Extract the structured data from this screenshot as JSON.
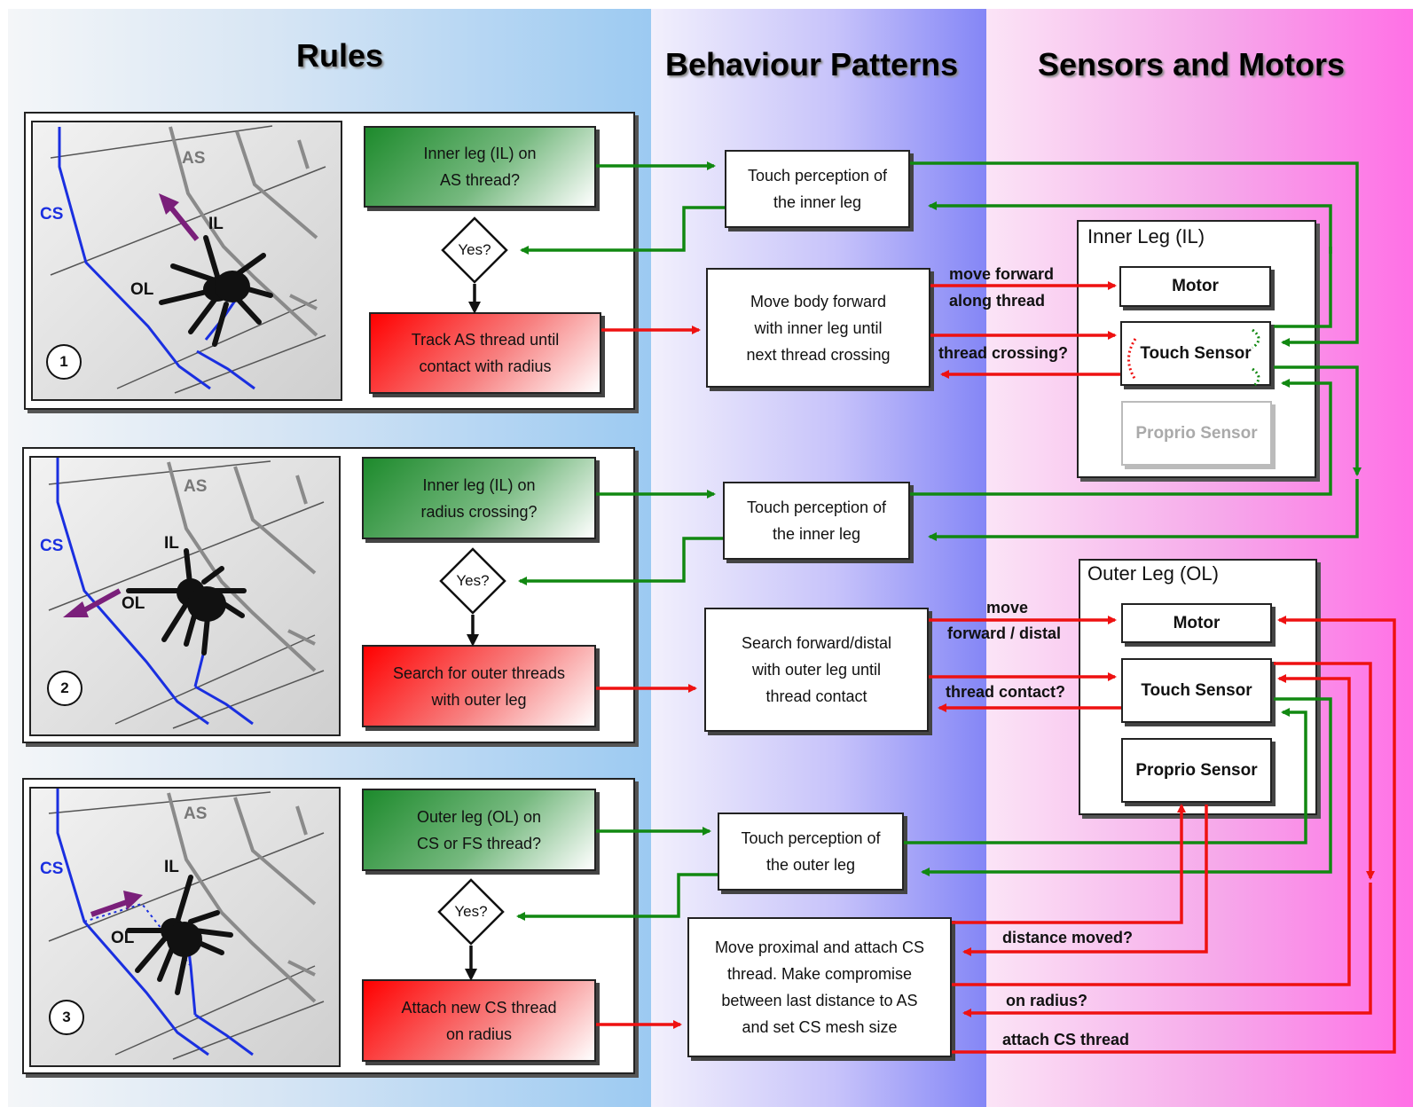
{
  "columns": {
    "rules": "Rules",
    "behaviour": "Behaviour Patterns",
    "sensors": "Sensors and Motors"
  },
  "colors": {
    "condition_green": "#1d8a2c",
    "action_red": "#ff0000",
    "web_blue": "#1a2fe0",
    "arrow_purple": "#7a1f7a",
    "signal_green": "#118811",
    "signal_red": "#ee1111"
  },
  "scene_labels": {
    "as": "AS",
    "cs": "CS",
    "il": "IL",
    "ol": "OL"
  },
  "rules": [
    {
      "number": "1",
      "condition": "Inner leg (IL) on\nAS thread?",
      "decision": "Yes?",
      "action": "Track AS thread until\ncontact with radius"
    },
    {
      "number": "2",
      "condition": "Inner leg (IL) on\nradius crossing?",
      "decision": "Yes?",
      "action": "Search for outer threads\nwith outer leg"
    },
    {
      "number": "3",
      "condition": "Outer leg (OL) on\nCS or FS thread?",
      "decision": "Yes?",
      "action": "Attach new CS thread\non radius"
    }
  ],
  "behaviours": {
    "touch_inner_1": "Touch perception of\nthe inner leg",
    "move_body": "Move body forward\nwith inner leg until\nnext thread crossing",
    "touch_inner_2": "Touch perception of\nthe inner leg",
    "search_forward": "Search forward/distal\nwith outer leg until\nthread contact",
    "touch_outer": "Touch perception of\nthe outer leg",
    "move_proximal": "Move proximal and attach CS\nthread. Make compromise\nbetween last distance to AS\nand set CS mesh size"
  },
  "inner_leg": {
    "title": "Inner Leg (IL)",
    "motor": "Motor",
    "touch": "Touch Sensor",
    "proprio": "Proprio Sensor"
  },
  "outer_leg": {
    "title": "Outer Leg (OL)",
    "motor": "Motor",
    "touch": "Touch Sensor",
    "proprio": "Proprio Sensor"
  },
  "signals": {
    "move_forward_1": "move forward",
    "move_forward_2": "along thread",
    "thread_crossing": "thread crossing?",
    "move_distal_1": "move",
    "move_distal_2": "forward / distal",
    "thread_contact": "thread contact?",
    "distance_moved": "distance moved?",
    "on_radius": "on radius?",
    "attach_cs": "attach CS thread"
  }
}
